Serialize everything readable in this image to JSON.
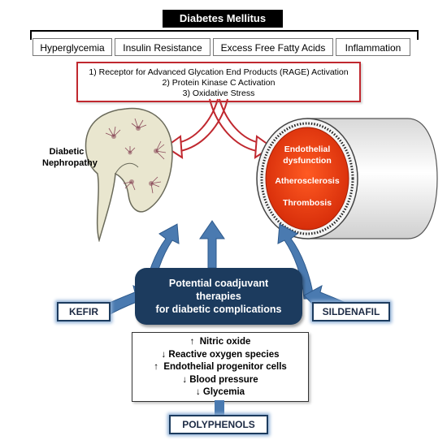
{
  "title": "Diabetes Mellitus",
  "conditions": [
    "Hyperglycemia",
    "Insulin Resistance",
    "Excess Free Fatty Acids",
    "Inflammation"
  ],
  "mechanisms": [
    "1) Receptor for Advanced Glycation End Products (RAGE) Activation",
    "2) Protein Kinase C Activation",
    "3) Oxidative Stress"
  ],
  "nephropathy_label": [
    "Diabetic",
    "Nephropathy"
  ],
  "vessel_text": {
    "line1": "Endothelial",
    "line2": "dysfunction",
    "line3": "Atherosclerosis",
    "line4": "Thrombosis"
  },
  "therapy": [
    "Potential coadjuvant",
    "therapies",
    "for diabetic complications"
  ],
  "left_therapy": "KEFIR",
  "right_therapy": "SILDENAFIL",
  "bottom_therapy": "POLYPHENOLS",
  "effects": [
    {
      "arrow": "↑",
      "text": "Nitric oxide"
    },
    {
      "arrow": "↓",
      "text": "Reactive oxygen species"
    },
    {
      "arrow": "↑",
      "text": "Endothelial progenitor cells"
    },
    {
      "arrow": "↓",
      "text": "Blood pressure"
    },
    {
      "arrow": "↓",
      "text": "Glycemia"
    }
  ],
  "colors": {
    "navy": "#1c3b5e",
    "arrow_blue": "#4a7ab0",
    "red": "#c0282f",
    "vessel_red": "#e83a12",
    "kidney": "#e9e6cf"
  }
}
